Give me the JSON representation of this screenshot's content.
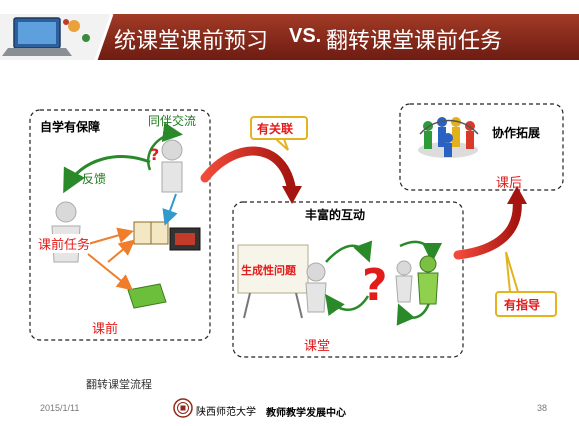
{
  "header": {
    "title_left": "统课堂课前预习",
    "title_vs": "VS.",
    "title_right": "翻转课堂课前任务"
  },
  "diagram": {
    "self_study": "自学有保障",
    "peer_exchange": "同伴交流",
    "feedback": "反馈",
    "pre_class_task": "课前任务",
    "pre_class": "课前",
    "related": "有关联",
    "rich_interaction": "丰富的互动",
    "generated_problem": "生成性问题",
    "in_class": "课堂",
    "collab_extend": "协作拓展",
    "after_class": "课后",
    "guided": "有指导",
    "caption": "翻转课堂流程"
  },
  "footer": {
    "date": "2015/1/11",
    "university": "陕西师范大学",
    "center": "教师教学发展中心",
    "page": "38"
  },
  "colors": {
    "header_bg": "#8e2a1c",
    "accent_red": "#e21b1b",
    "green": "#1e7a1e",
    "callout_border": "#e3b320"
  }
}
